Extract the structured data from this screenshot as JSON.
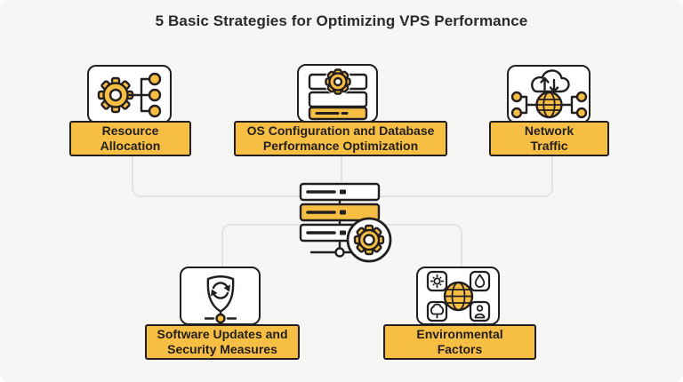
{
  "title": "5 Basic Strategies for Optimizing VPS Performance",
  "colors": {
    "accent": "#F6BE42",
    "ink": "#231F20",
    "background": "#F6F6F5",
    "connector": "#E3E3E2",
    "card_fill": "#FFFFFF"
  },
  "strategies": [
    {
      "id": "resource-allocation",
      "label": "Resource\nAllocation",
      "icon": "gear-allocation-tree-icon"
    },
    {
      "id": "os-database-optimization",
      "label": "OS Configuration and Database\nPerformance Optimization",
      "icon": "server-rows-gear-icon"
    },
    {
      "id": "network-traffic",
      "label": "Network\nTraffic",
      "icon": "cloud-transfer-globe-icon"
    },
    {
      "id": "software-security",
      "label": "Software Updates and\nSecurity Measures",
      "icon": "shield-refresh-icon"
    },
    {
      "id": "environmental-factors",
      "label": "Environmental\nFactors",
      "icon": "globe-environment-grid-icon"
    }
  ],
  "center": {
    "icon": "server-stack-gear-icon"
  }
}
